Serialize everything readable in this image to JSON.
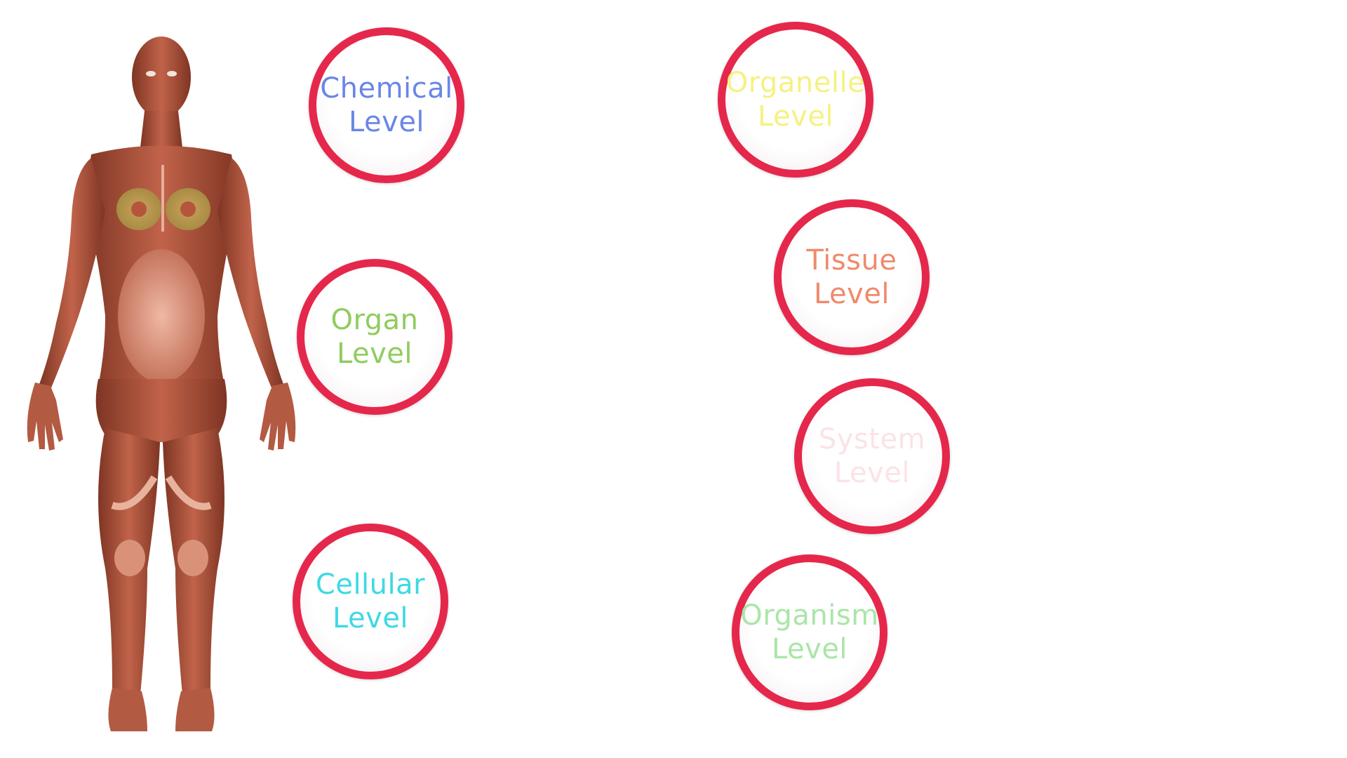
{
  "levels": {
    "chemical": {
      "line1": "Chemical",
      "line2": "Level",
      "color": "#6a86e6"
    },
    "organ": {
      "line1": "Organ",
      "line2": "Level",
      "color": "#90cc5e"
    },
    "cellular": {
      "line1": "Cellular",
      "line2": "Level",
      "color": "#3ed9e3"
    },
    "organelle": {
      "line1": "Organelle",
      "line2": "Level",
      "color": "#f6f182"
    },
    "tissue": {
      "line1": "Tissue",
      "line2": "Level",
      "color": "#f08a6c"
    },
    "system": {
      "line1": "System",
      "line2": "Level",
      "color": "#fbe3e5"
    },
    "organism": {
      "line1": "Organism",
      "line2": "Level",
      "color": "#a9e6a8"
    }
  },
  "colors": {
    "ring": "#e5274b",
    "muscle": "#a04a33",
    "muscle_light": "#d98a72",
    "tendon": "#e8b39c"
  }
}
